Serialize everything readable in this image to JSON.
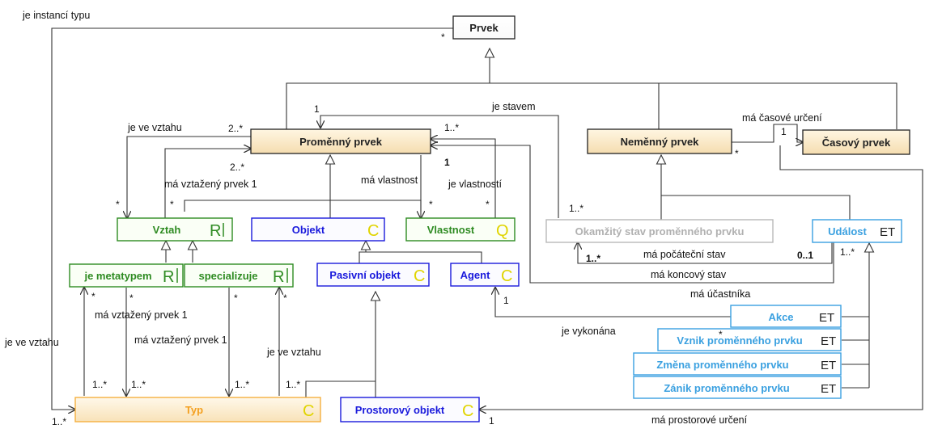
{
  "colors": {
    "beige_border": "#222222",
    "green": "#2e8b22",
    "blue": "#1a1adc",
    "light_blue": "#3aa0e0",
    "orange": "#f4b040",
    "gray": "#b8b8b8",
    "yellow_mark": "#e0d400"
  },
  "nodes": {
    "prvek": {
      "label": "Prvek"
    },
    "promenny": {
      "label": "Proměnný prvek"
    },
    "nemenny": {
      "label": "Neměnný prvek"
    },
    "casovy": {
      "label": "Časový prvek"
    },
    "vztah": {
      "label": "Vztah",
      "mark": "R"
    },
    "objekt": {
      "label": "Objekt",
      "mark": "C"
    },
    "vlastnost": {
      "label": "Vlastnost",
      "mark": "Q"
    },
    "okamzity": {
      "label": "Okamžitý stav proměnného prvku"
    },
    "udalost": {
      "label": "Událost",
      "mark": "ET"
    },
    "metatypem": {
      "label": "je metatypem",
      "mark": "R"
    },
    "specializuje": {
      "label": "specializuje",
      "mark": "R"
    },
    "pasivni": {
      "label": "Pasivní objekt",
      "mark": "C"
    },
    "agent": {
      "label": "Agent",
      "mark": "C"
    },
    "akce": {
      "label": "Akce",
      "mark": "ET"
    },
    "vznik": {
      "label": "Vznik proměnného prvku",
      "mark": "ET"
    },
    "zmena": {
      "label": "Změna proměnného prvku",
      "mark": "ET"
    },
    "zanik": {
      "label": "Zánik proměnného prvku",
      "mark": "ET"
    },
    "typ": {
      "label": "Typ",
      "mark": "C"
    },
    "prostorovy": {
      "label": "Prostorový objekt",
      "mark": "C"
    }
  },
  "edge_labels": {
    "je_instanci_typu": "je instancí typu",
    "je_stavem": "je stavem",
    "ma_casove_urceni": "má časové určení",
    "je_ve_vztahu_top": "je ve vztahu",
    "ma_vztazeny_prvek_1_top": "má vztažený prvek 1",
    "ma_vlastnost": "má vlastnost",
    "je_vlastnosti": "je vlastností",
    "ma_pocatecni_stav": "má počáteční stav",
    "ma_koncovy_stav": "má koncový stav",
    "ma_ucastnika": "má účastníka",
    "je_vykonana": "je vykonána",
    "ma_vztazeny_prvek_1_left": "má vztažený prvek 1",
    "ma_vztazeny_prvek_1_mid": "má vztažený prvek 1",
    "je_ve_vztahu_left": "je ve vztahu",
    "je_ve_vztahu_mid": "je ve vztahu",
    "ma_prostorove_urceni": "má prostorové určení"
  },
  "multiplicities": {
    "m1": "*",
    "m2": "1",
    "m3": "2..*",
    "m4": "2..*",
    "m5": "1..*",
    "m6": "1",
    "m7": "1",
    "m8": "*",
    "m9": "*",
    "m10": "*",
    "m11": "*",
    "m12": "*",
    "m13": "1..*",
    "m14": "1..*",
    "m15": "0..1",
    "m16": "1..*",
    "m17": "1",
    "m18": "*",
    "m19": "*",
    "m20": "*",
    "m21": "*",
    "m22": "1..*",
    "m23": "1..*",
    "m24": "1..*",
    "m25": "1..*",
    "m26": "1..*",
    "m27": "1",
    "m28": "*"
  }
}
